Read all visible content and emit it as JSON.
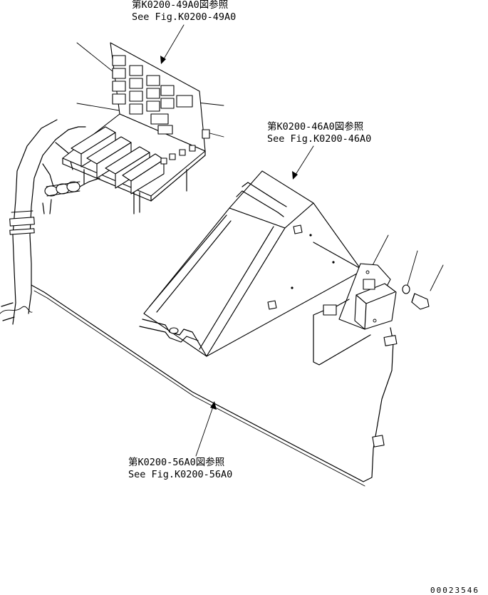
{
  "references": {
    "ref_49a0": {
      "jp": "第K0200-49A0図参照",
      "en": "See Fig.K0200-49A0"
    },
    "ref_46a0": {
      "jp": "第K0200-46A0図参照",
      "en": "See Fig.K0200-46A0"
    },
    "ref_56a0": {
      "jp": "第K0200-56A0図参照",
      "en": "See Fig.K0200-56A0"
    }
  },
  "drawing_number": "00023546"
}
